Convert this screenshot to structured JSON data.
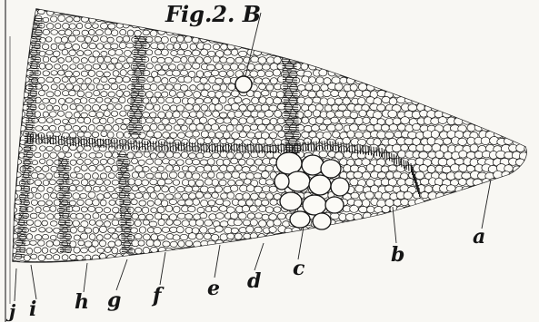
{
  "figure": {
    "title": "Fig.2. B",
    "labels": {
      "a": "a",
      "b": "b",
      "c": "c",
      "d": "d",
      "e": "e",
      "f": "f",
      "g": "g",
      "h": "h",
      "i": "i",
      "j": "j"
    }
  },
  "colors": {
    "ink": "#151515",
    "paper": "#f8f7f3",
    "cell_fill": "#fbfaf6"
  }
}
